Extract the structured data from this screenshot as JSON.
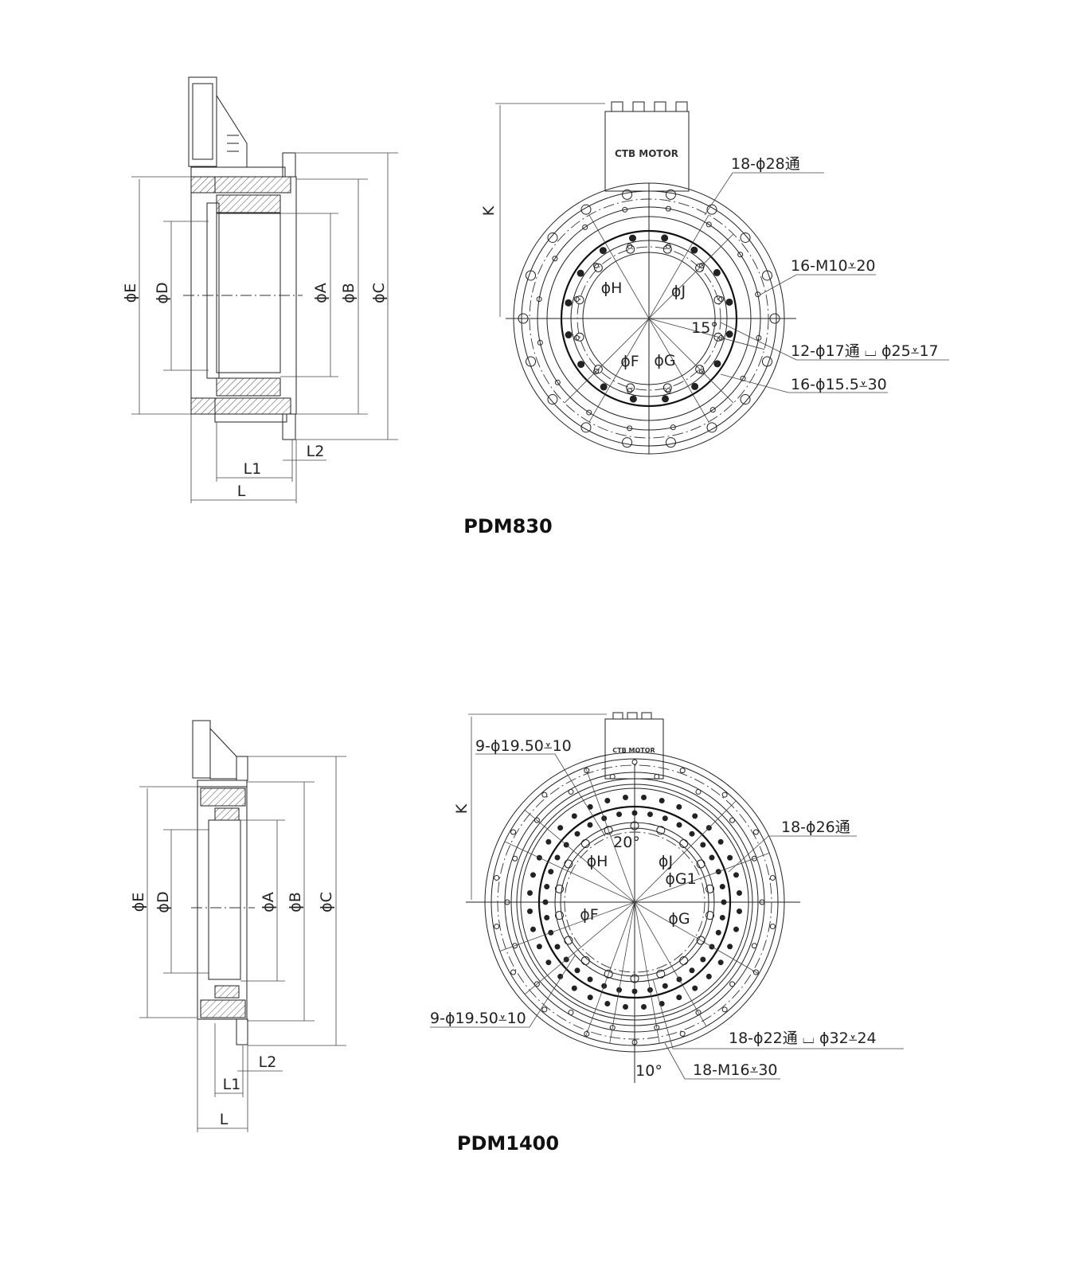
{
  "drawings": [
    {
      "model": "PDM830",
      "side_labels": {
        "E": "ϕE",
        "D": "ϕD",
        "A": "ϕA",
        "B": "ϕB",
        "C": "ϕC",
        "L": "L",
        "L1": "L1",
        "L2": "L2"
      },
      "front_labels": {
        "K": "K",
        "H": "ϕH",
        "J": "ϕJ",
        "F": "ϕF",
        "G": "ϕG",
        "angle": "15°"
      },
      "callouts": [
        "18-ϕ28通",
        "16-M10⩡20",
        "12-ϕ17通 ⌴ ϕ25⩡17",
        "16-ϕ15.5⩡30"
      ],
      "logo": "CTB MOTOR"
    },
    {
      "model": "PDM1400",
      "side_labels": {
        "E": "ϕE",
        "D": "ϕD",
        "A": "ϕA",
        "B": "ϕB",
        "C": "ϕC",
        "L": "L",
        "L1": "L1",
        "L2": "L2"
      },
      "front_labels": {
        "K": "K",
        "H": "ϕH",
        "J": "ϕJ",
        "G1": "ϕG1",
        "F": "ϕF",
        "G": "ϕG",
        "angle_top": "20°",
        "angle_bottom": "10°"
      },
      "callouts": [
        "9-ϕ19.50⩡10",
        "18-ϕ26通",
        "9-ϕ19.50⩡10",
        "18-ϕ22通 ⌴ ϕ32⩡24",
        "18-M16⩡30"
      ],
      "logo": "CTB MOTOR"
    }
  ]
}
